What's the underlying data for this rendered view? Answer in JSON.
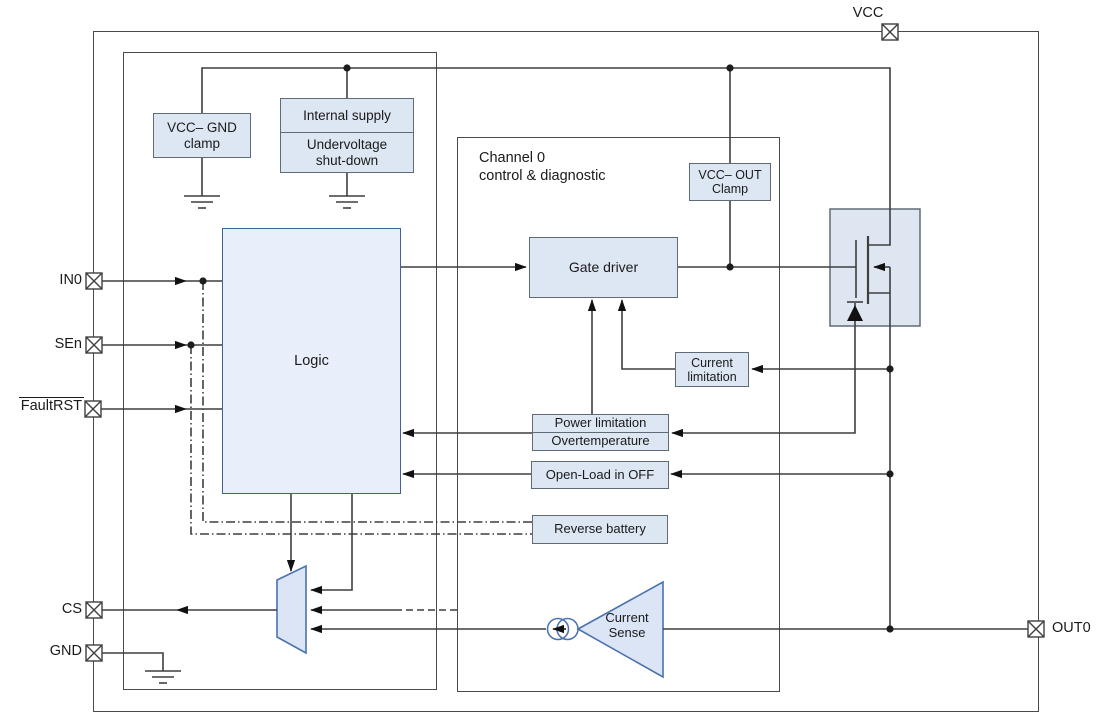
{
  "pins": {
    "vcc": "VCC",
    "in0": "IN0",
    "sen": "SEn",
    "faultrst": "FaultRST",
    "cs": "CS",
    "gnd": "GND",
    "out0": "OUT0"
  },
  "blocks": {
    "vcc_gnd_clamp": {
      "line1": "VCC– GND",
      "line2": "clamp"
    },
    "internal_supply": {
      "line1": "Internal supply",
      "line2": "Undervoltage",
      "line3": "shut-down"
    },
    "logic": "Logic",
    "gate_driver": "Gate driver",
    "vcc_out_clamp": {
      "line1": "VCC– OUT",
      "line2": "Clamp"
    },
    "current_limitation": {
      "line1": "Current",
      "line2": "limitation"
    },
    "power_limitation": {
      "line1": "Power limitation",
      "line2": "Overtemperature"
    },
    "open_load": "Open-Load in OFF",
    "reverse_battery": "Reverse battery",
    "current_sense": {
      "line1": "Current",
      "line2": "Sense"
    },
    "channel": {
      "line1": "Channel 0",
      "line2": "control & diagnostic"
    }
  },
  "colors": {
    "wire": "#3f3f3f",
    "block_fill": "#dde7f3",
    "block_border": "#5f6b76",
    "logic_fill": "#e9effa",
    "logic_border": "#41618e",
    "accent_blue": "#4a72b0",
    "arrow": "#111111"
  }
}
